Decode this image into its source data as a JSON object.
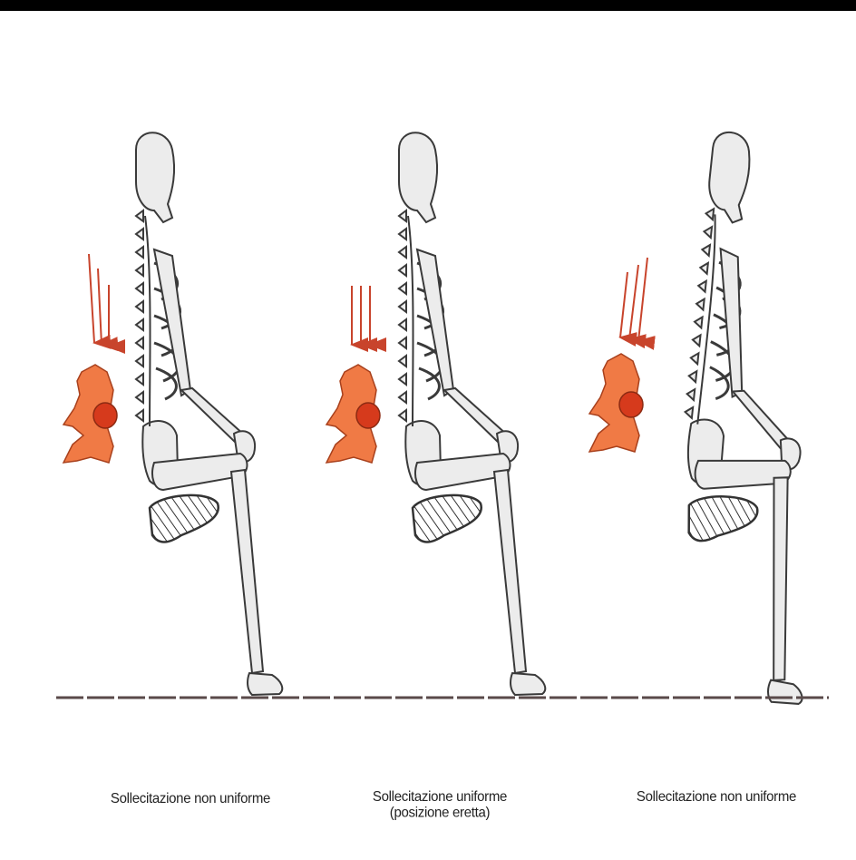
{
  "figures": [
    {
      "caption": "Sollecitazione non uniforme",
      "caption_line2": ""
    },
    {
      "caption": "Sollecitazione uniforme",
      "caption_line2": "(posizione eretta)"
    },
    {
      "caption": "Sollecitazione non uniforme",
      "caption_line2": ""
    }
  ],
  "colors": {
    "bone_fill": "#ececec",
    "bone_stroke": "#3a3a3a",
    "disc_orange": "#f07a45",
    "disc_red": "#d63a1c",
    "arrow_red": "#c8442c",
    "ground": "#5a4a4a"
  },
  "icons": [
    "skeleton-seated",
    "force-arrow",
    "vertebra-disc"
  ]
}
